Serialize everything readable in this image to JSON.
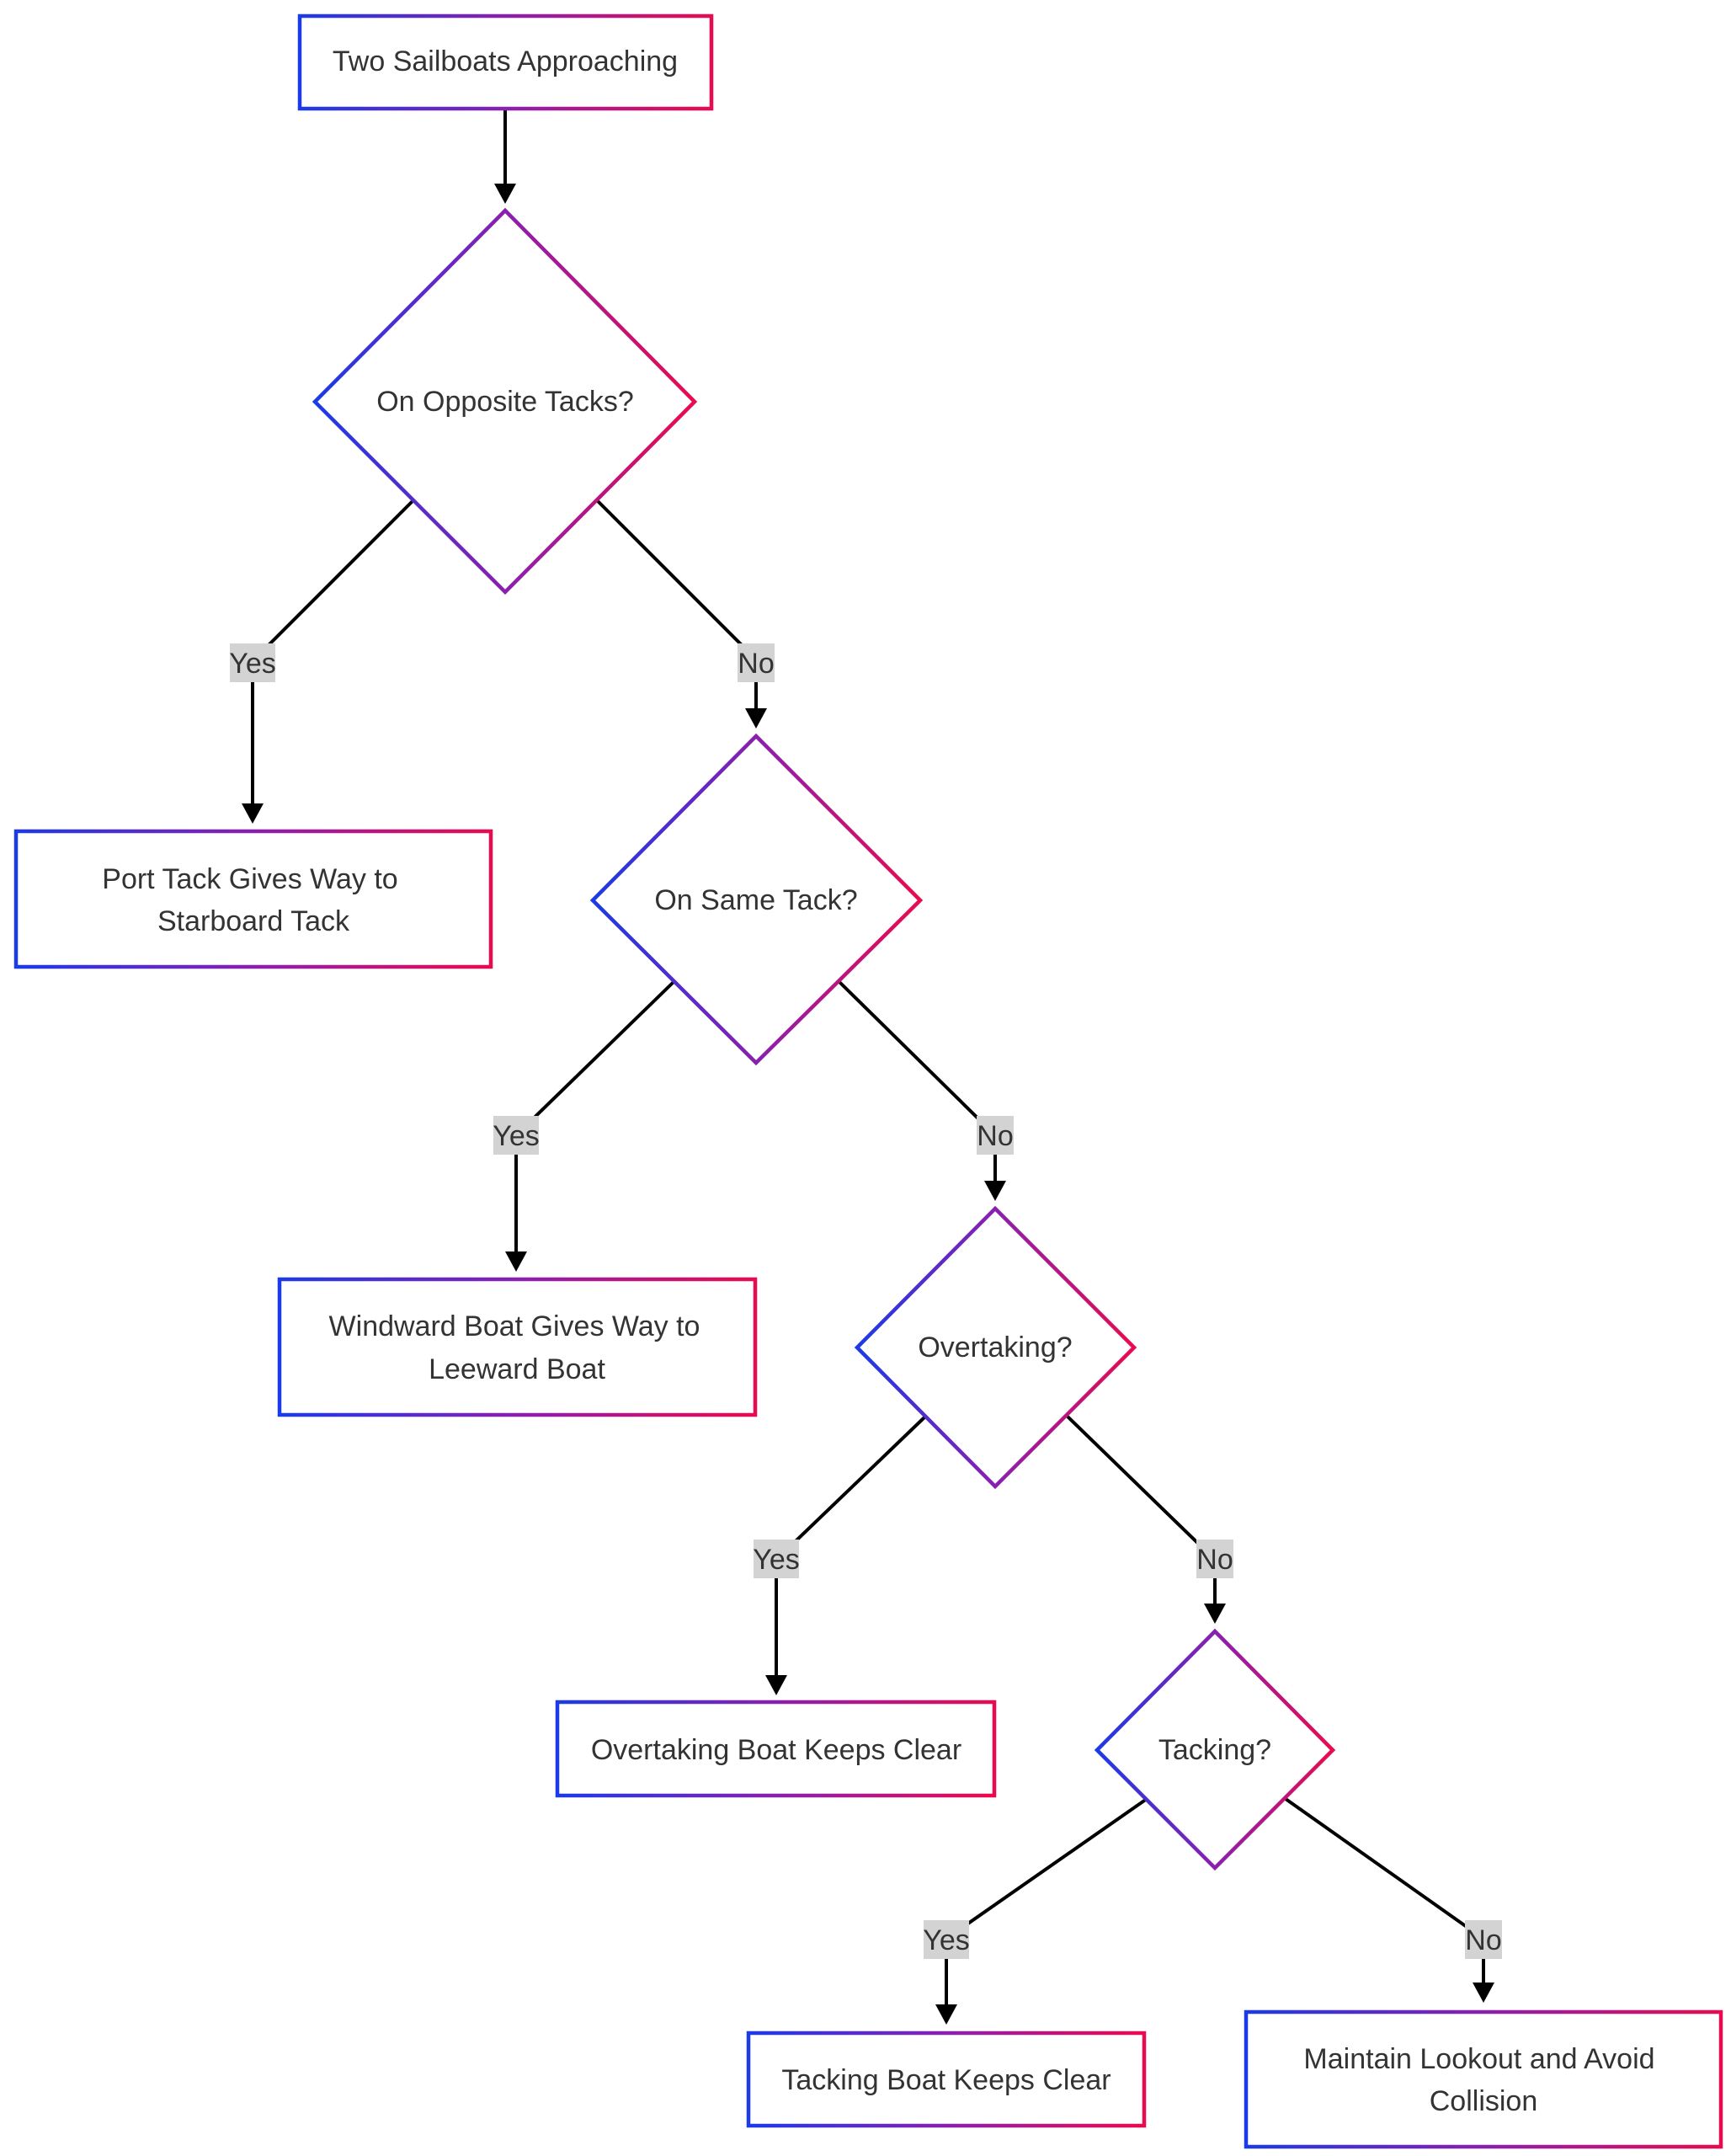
{
  "diagram": {
    "type": "flowchart",
    "style": {
      "gradient_start": "#1b3ae8",
      "gradient_end": "#ea0a4f",
      "edge_color": "#000000",
      "label_background": "#d3d3d3",
      "text_color": "#333333"
    },
    "nodes": {
      "start": {
        "label": "Two Sailboats Approaching"
      },
      "opposite": {
        "label": "On Opposite Tacks?"
      },
      "port": {
        "label_line1": "Port Tack Gives Way to",
        "label_line2": "Starboard Tack"
      },
      "same": {
        "label": "On Same Tack?"
      },
      "windward": {
        "label_line1": "Windward Boat Gives Way to",
        "label_line2": "Leeward Boat"
      },
      "overtaking": {
        "label": "Overtaking?"
      },
      "overtaking_result": {
        "label": "Overtaking Boat Keeps Clear"
      },
      "tacking": {
        "label": "Tacking?"
      },
      "tacking_result": {
        "label": "Tacking Boat Keeps Clear"
      },
      "lookout": {
        "label_line1": "Maintain Lookout and Avoid",
        "label_line2": "Collision"
      }
    },
    "edges": [
      {
        "from": "start",
        "to": "opposite",
        "label": ""
      },
      {
        "from": "opposite",
        "to": "port",
        "label": "Yes"
      },
      {
        "from": "opposite",
        "to": "same",
        "label": "No"
      },
      {
        "from": "same",
        "to": "windward",
        "label": "Yes"
      },
      {
        "from": "same",
        "to": "overtaking",
        "label": "No"
      },
      {
        "from": "overtaking",
        "to": "overtaking_result",
        "label": "Yes"
      },
      {
        "from": "overtaking",
        "to": "tacking",
        "label": "No"
      },
      {
        "from": "tacking",
        "to": "tacking_result",
        "label": "Yes"
      },
      {
        "from": "tacking",
        "to": "lookout",
        "label": "No"
      }
    ]
  }
}
